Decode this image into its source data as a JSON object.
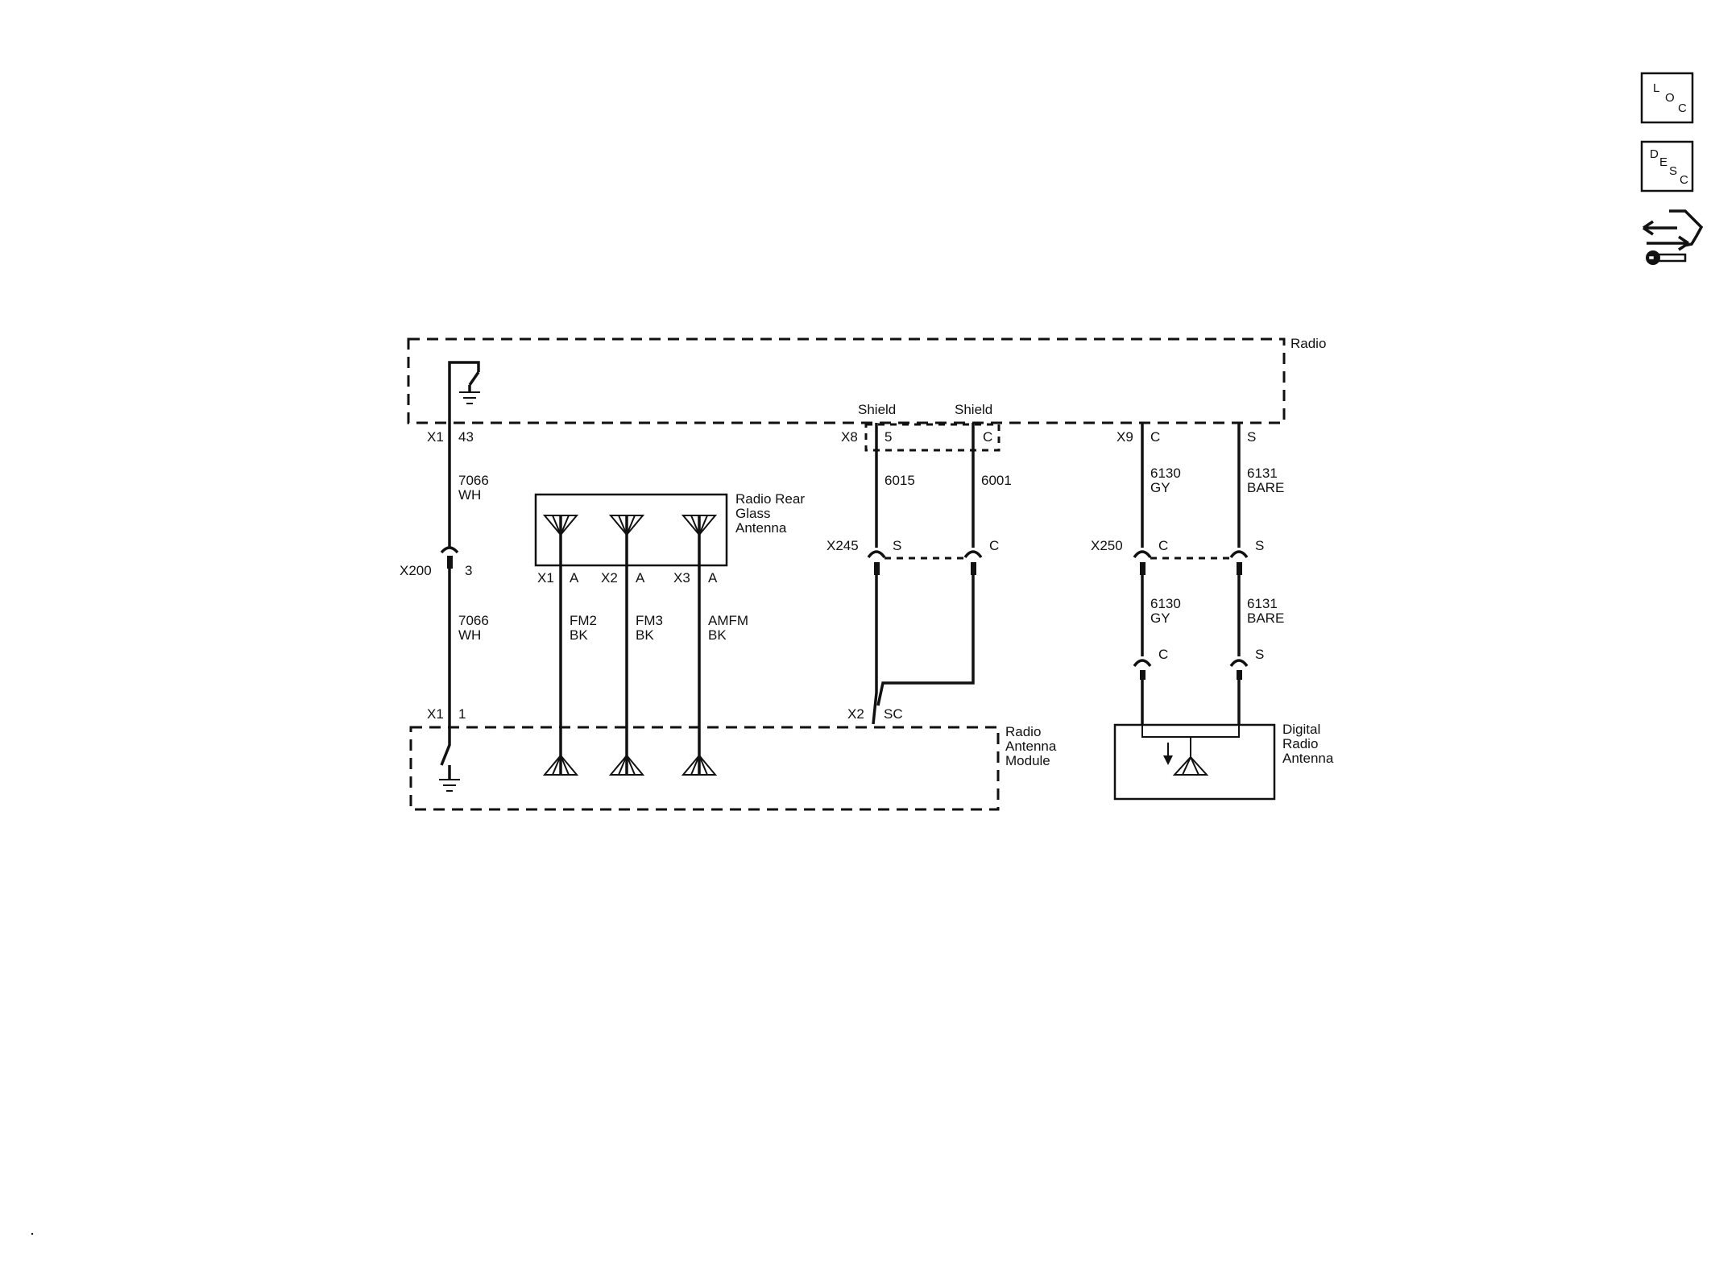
{
  "nav": {
    "loc": {
      "l1": "L",
      "l2": "O",
      "l3": "C"
    },
    "desc": {
      "l1": "D",
      "l2": "E",
      "l3": "S",
      "l4": "C"
    }
  },
  "radio": {
    "name": "Radio",
    "shield1": "Shield",
    "shield2": "Shield"
  },
  "x1_radio": {
    "conn": "X1",
    "pin": "43"
  },
  "wire_7066_a": {
    "circuit": "7066",
    "color": "WH"
  },
  "x200": {
    "conn": "X200",
    "pin": "3"
  },
  "wire_7066_b": {
    "circuit": "7066",
    "color": "WH"
  },
  "x1_module": {
    "conn": "X1",
    "pin": "1"
  },
  "rear_glass": {
    "l1": "Radio Rear",
    "l2": "Glass",
    "l3": "Antenna"
  },
  "rg_pins": [
    {
      "conn": "X1",
      "pin": "A"
    },
    {
      "conn": "X2",
      "pin": "A"
    },
    {
      "conn": "X3",
      "pin": "A"
    }
  ],
  "rg_wires": [
    {
      "name": "FM2",
      "color": "BK"
    },
    {
      "name": "FM3",
      "color": "BK"
    },
    {
      "name": "AMFM",
      "color": "BK"
    }
  ],
  "x8": {
    "conn": "X8",
    "pin_a": "5",
    "pin_b": "C"
  },
  "wire_6015": "6015",
  "wire_6001": "6001",
  "x245": {
    "conn": "X245",
    "pin_a": "S",
    "pin_b": "C"
  },
  "x2": {
    "conn": "X2",
    "pin": "SC"
  },
  "module": {
    "l1": "Radio",
    "l2": "Antenna",
    "l3": "Module"
  },
  "x9": {
    "conn": "X9",
    "pin_a": "C",
    "pin_b": "S"
  },
  "wire_6130_a": {
    "circuit": "6130",
    "color": "GY"
  },
  "wire_6131_a": {
    "circuit": "6131",
    "color": "BARE"
  },
  "x250": {
    "conn": "X250",
    "pin_a": "C",
    "pin_b": "S"
  },
  "wire_6130_b": {
    "circuit": "6130",
    "color": "GY"
  },
  "wire_6131_b": {
    "circuit": "6131",
    "color": "BARE"
  },
  "da_pins": {
    "pin_a": "C",
    "pin_b": "S"
  },
  "digital": {
    "l1": "Digital",
    "l2": "Radio",
    "l3": "Antenna"
  }
}
